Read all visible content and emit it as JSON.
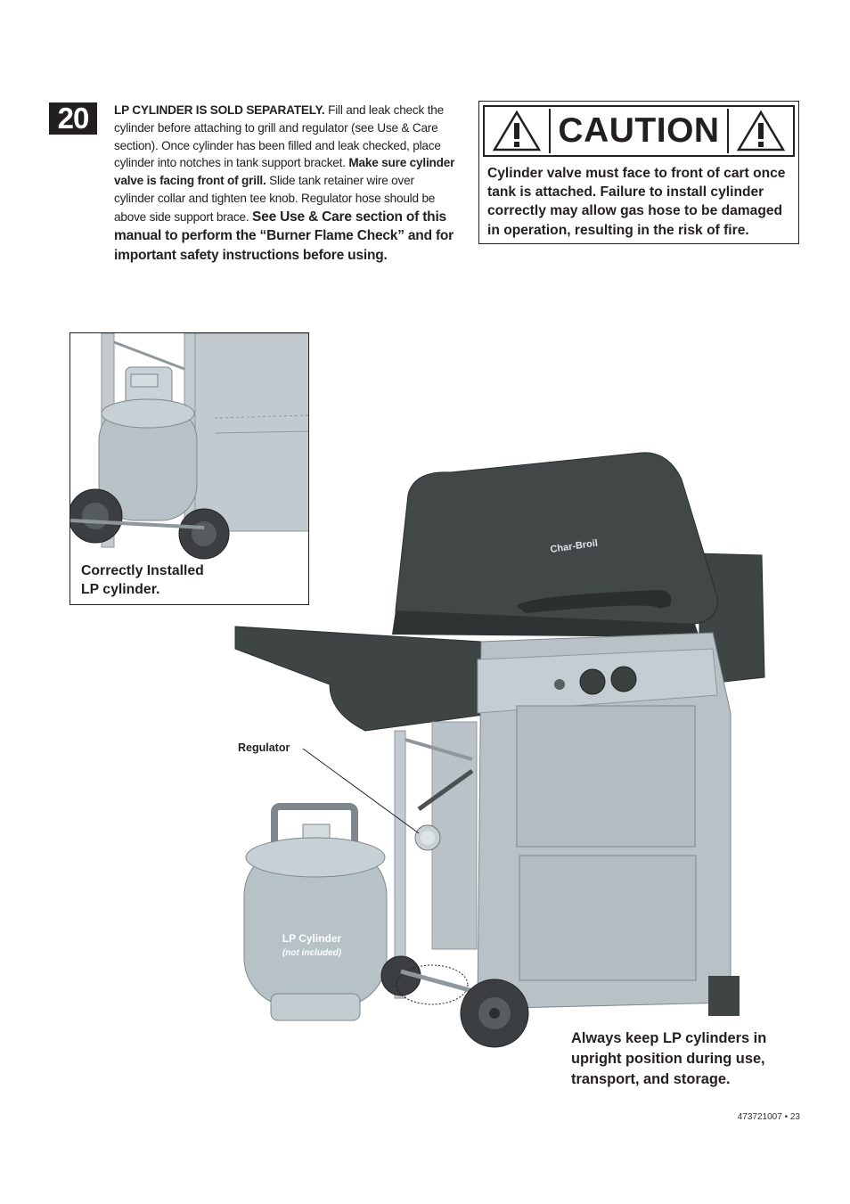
{
  "step": {
    "number": "20"
  },
  "instructions": {
    "p1_bold": "LP CYLINDER IS SOLD SEPARATELY.",
    "p1_text": " Fill and leak check the cylinder before attaching to grill and regulator (see Use & Care section). Once cylinder has been filled and leak checked, place cylinder into notches in tank support bracket. ",
    "p2_bold": "Make sure cylinder valve is facing front of grill.",
    "p2_text": " Slide tank retainer wire over cylinder collar and tighten tee knob. Regulator hose should be above side support brace. ",
    "p3_big": "See Use & Care section of this manual to perform the “Burner Flame Check” and for important safety instructions before using."
  },
  "caution": {
    "title": "CAUTION",
    "icon": "warning-triangle-icon",
    "body": "Cylinder valve must face to front of cart once tank is attached. Failure to install cylinder correctly may allow gas hose to be damaged in operation, resulting in the risk of fire."
  },
  "inset": {
    "caption_line1": "Correctly Installed",
    "caption_line2": "LP cylinder."
  },
  "illustration": {
    "regulator_label": "Regulator",
    "cylinder_label": "LP Cylinder",
    "cylinder_note": "(not included)",
    "brand_mark": "Char-Broil"
  },
  "note": {
    "upright": "Always keep LP cylinders in upright position during use, transport, and storage."
  },
  "footer": {
    "doc_number": "473721007",
    "separator": "•",
    "page": "23"
  },
  "colors": {
    "hood": "#3f4545",
    "cart": "#b7c1c6",
    "tank": "#b9c4c9",
    "ink": "#231f20"
  }
}
